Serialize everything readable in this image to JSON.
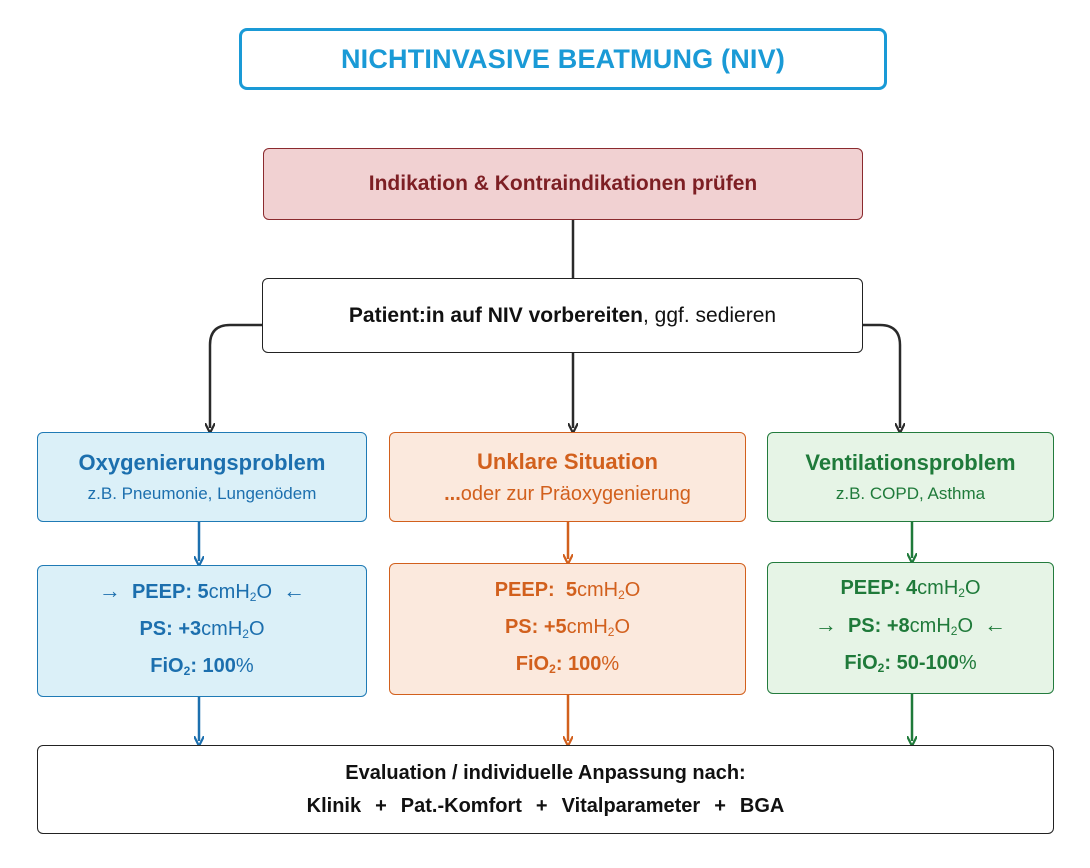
{
  "title": "NICHTINVASIVE BEATMUNG (NIV)",
  "indication": "Indikation & Kontraindikationen prüfen",
  "prep": {
    "bold": "Patient:in auf NIV vorbereiten",
    "rest": ", ggf. sedieren"
  },
  "columns": {
    "oxygenation": {
      "title": "Oxygenierungsproblem",
      "subtitle": "z.B. Pneumonie, Lungenödem",
      "peep_label": "PEEP: ",
      "peep_value": "5",
      "peep_unit": "cmH",
      "ps_label": "PS: ",
      "ps_value": "+3",
      "ps_unit": "cmH",
      "fio2_label": "FiO",
      "fio2_suffix": ": ",
      "fio2_value": "100",
      "fio2_unit": "%",
      "sub2": "2",
      "o_char": "O",
      "color": "#1c6fae"
    },
    "unclear": {
      "title": "Unklare Situation",
      "subtitle_dots": "...",
      "subtitle": "oder zur Präoxygenierung",
      "peep_label": "PEEP:  ",
      "peep_value": "5",
      "peep_unit": "cmH",
      "ps_label": "PS: ",
      "ps_value": "+5",
      "ps_unit": "cmH",
      "fio2_label": "FiO",
      "fio2_suffix": ": ",
      "fio2_value": "100",
      "fio2_unit": "%",
      "sub2": "2",
      "o_char": "O",
      "color": "#d2601d"
    },
    "ventilation": {
      "title": "Ventilationsproblem",
      "subtitle": "z.B. COPD, Asthma",
      "peep_label": "PEEP: ",
      "peep_value": "4",
      "peep_unit": "cmH",
      "ps_label": "PS: ",
      "ps_value": "+8",
      "ps_unit": "cmH",
      "fio2_label": "FiO",
      "fio2_suffix": ": ",
      "fio2_value": "50-100",
      "fio2_unit": "%",
      "sub2": "2",
      "o_char": "O",
      "color": "#1f7a3a"
    }
  },
  "evaluation": {
    "line1": "Evaluation / individuelle Anpassung nach:",
    "items": [
      "Klinik",
      "Pat.-Komfort",
      "Vitalparameter",
      "BGA"
    ],
    "plus": "+"
  },
  "arrows": {
    "right": "→",
    "left": "←"
  }
}
